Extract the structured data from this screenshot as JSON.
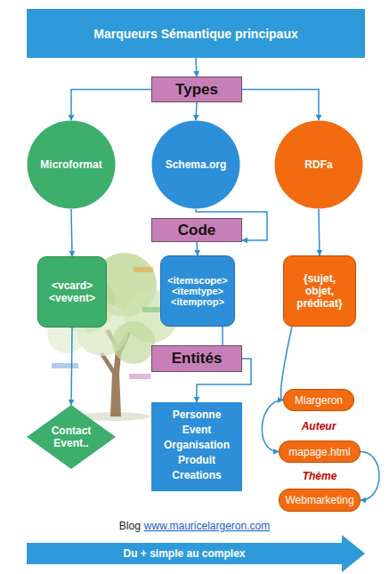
{
  "diagram": {
    "nodes": [
      {
        "text": [
          "Marqueurs Sémantique principaux"
        ]
      },
      {
        "text": [
          "Types"
        ]
      },
      {
        "text": [
          "Microformat"
        ]
      },
      {
        "text": [
          "Schema.org"
        ]
      },
      {
        "text": [
          "RDFa"
        ]
      },
      {
        "text": [
          "Code"
        ]
      },
      {
        "text": [
          "<vcard> <vevent>"
        ]
      },
      {
        "text": [
          "<itemscope> <itemtype> <itemprop>"
        ]
      },
      {
        "text": [
          "{sujet, objet, prédicat}"
        ]
      },
      {
        "text": [
          "Entités"
        ]
      },
      {
        "text": [
          "Contact Event.."
        ]
      },
      {
        "text": [
          "Personne Event Organisation Produit Creations"
        ]
      },
      {
        "text": [
          "Mlargeron"
        ]
      },
      {
        "text": [
          "mapage.html"
        ]
      },
      {
        "text": [
          "Webmarketing"
        ]
      },
      {
        "text": [
          "Du + simple au complex"
        ]
      }
    ],
    "edges": [
      {
        "from": 0,
        "to": 1,
        "arrow": "to"
      },
      {
        "from": 1,
        "to": 2,
        "arrow": "to"
      },
      {
        "from": 1,
        "to": 3,
        "arrow": "to"
      },
      {
        "from": 1,
        "to": 4,
        "arrow": "to"
      },
      {
        "from": 3,
        "to": 5,
        "arrow": "to"
      },
      {
        "from": 5,
        "to": 7,
        "arrow": "to"
      },
      {
        "from": 2,
        "to": 6,
        "arrow": "to"
      },
      {
        "from": 4,
        "to": 8,
        "arrow": "to"
      },
      {
        "from": 7,
        "to": 9,
        "arrow": "none"
      },
      {
        "from": 9,
        "to": 11,
        "arrow": "to"
      },
      {
        "from": 6,
        "to": 10,
        "arrow": "to"
      },
      {
        "from": 8,
        "to": 12,
        "arrow": "to"
      },
      {
        "from": 12,
        "to": 13,
        "label": "Auteur",
        "arrow": "to"
      },
      {
        "from": 13,
        "to": 14,
        "label": "Thème",
        "arrow": "to"
      }
    ],
    "labels": [
      "Blog",
      "www.mauricelargeron.com"
    ]
  }
}
